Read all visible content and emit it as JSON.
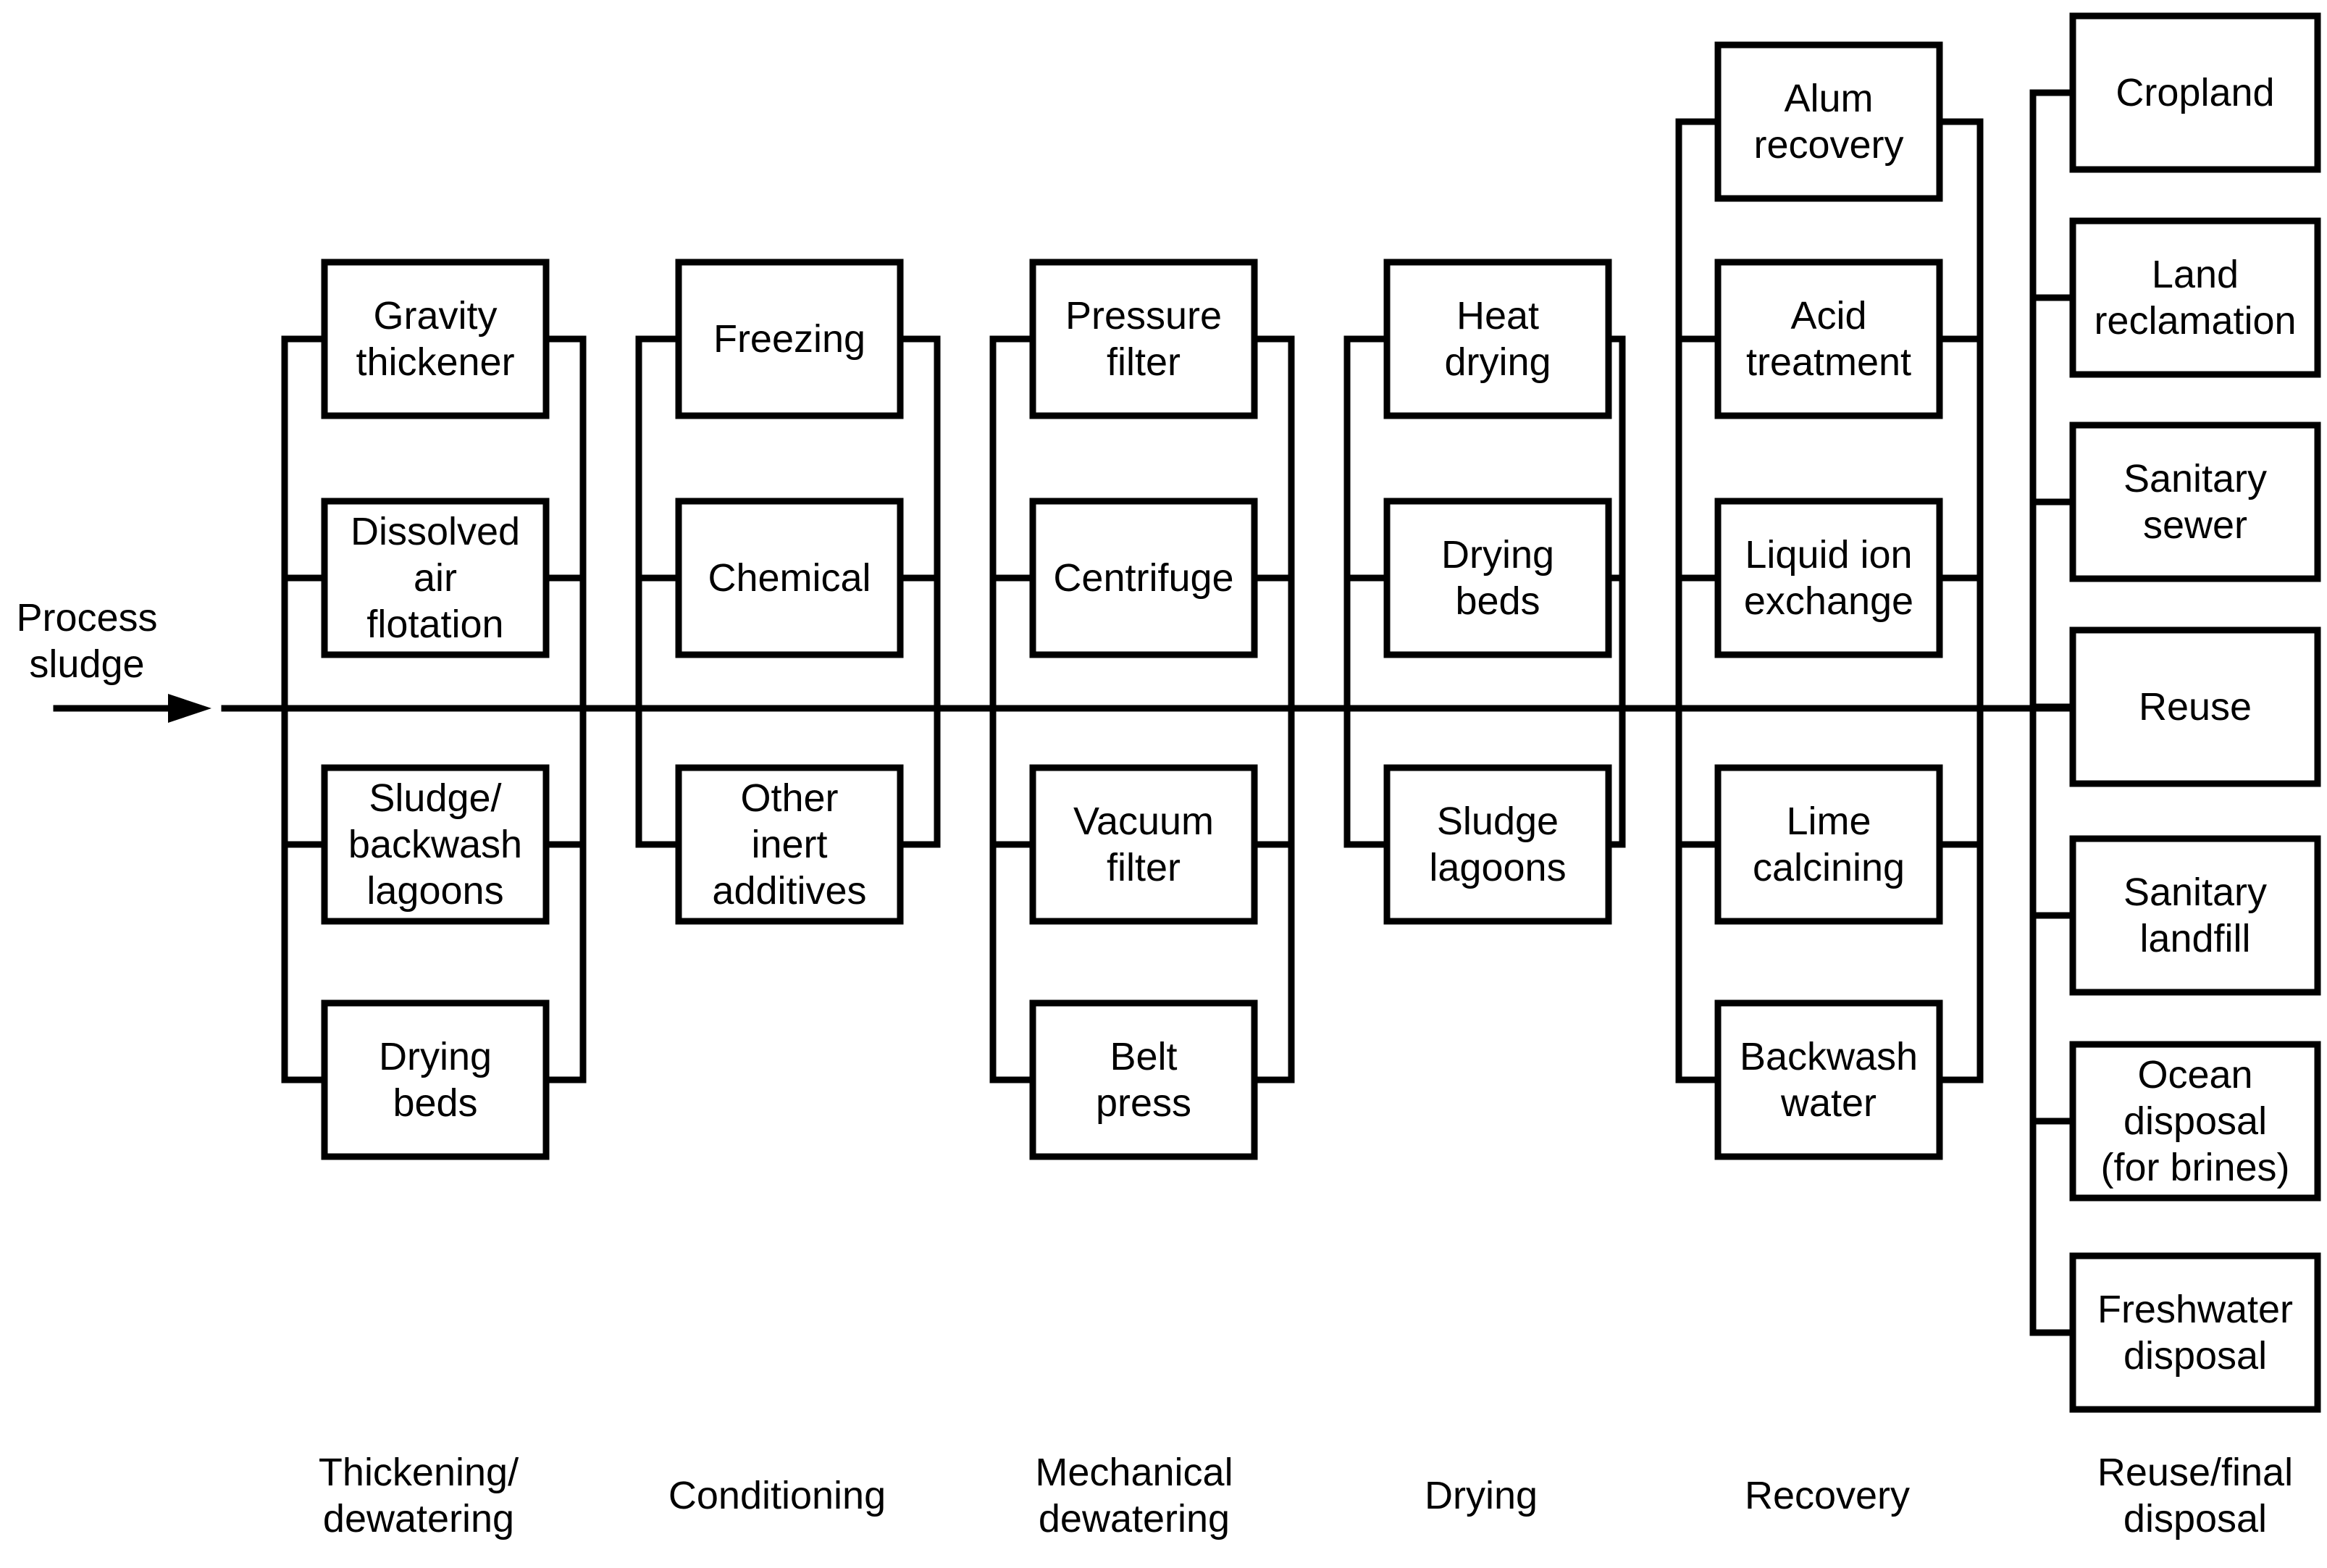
{
  "input_label": "Process\nsludge",
  "stages": [
    {
      "label": "Thickening/\ndewatering",
      "boxes": [
        "Gravity\nthickener",
        "Dissolved\nair\nflotation",
        "Sludge/\nbackwash\nlagoons",
        "Drying\nbeds"
      ]
    },
    {
      "label": "Conditioning",
      "boxes": [
        "Freezing",
        "Chemical",
        "Other\ninert\nadditives"
      ]
    },
    {
      "label": "Mechanical\ndewatering",
      "boxes": [
        "Pressure\nfilter",
        "Centrifuge",
        "Vacuum\nfilter",
        "Belt\npress"
      ]
    },
    {
      "label": "Drying",
      "boxes": [
        "Heat\ndrying",
        "Drying\nbeds",
        "Sludge\nlagoons"
      ]
    },
    {
      "label": "Recovery",
      "boxes": [
        "Alum\nrecovery",
        "Acid\ntreatment",
        "Liquid ion\nexchange",
        "Lime\ncalcining",
        "Backwash\nwater"
      ]
    },
    {
      "label": "Reuse/final\ndisposal",
      "boxes": [
        "Cropland",
        "Land\nreclamation",
        "Sanitary\nsewer",
        "Reuse",
        "Sanitary\nlandfill",
        "Ocean\ndisposal\n(for brines)",
        "Freshwater\ndisposal"
      ]
    }
  ]
}
